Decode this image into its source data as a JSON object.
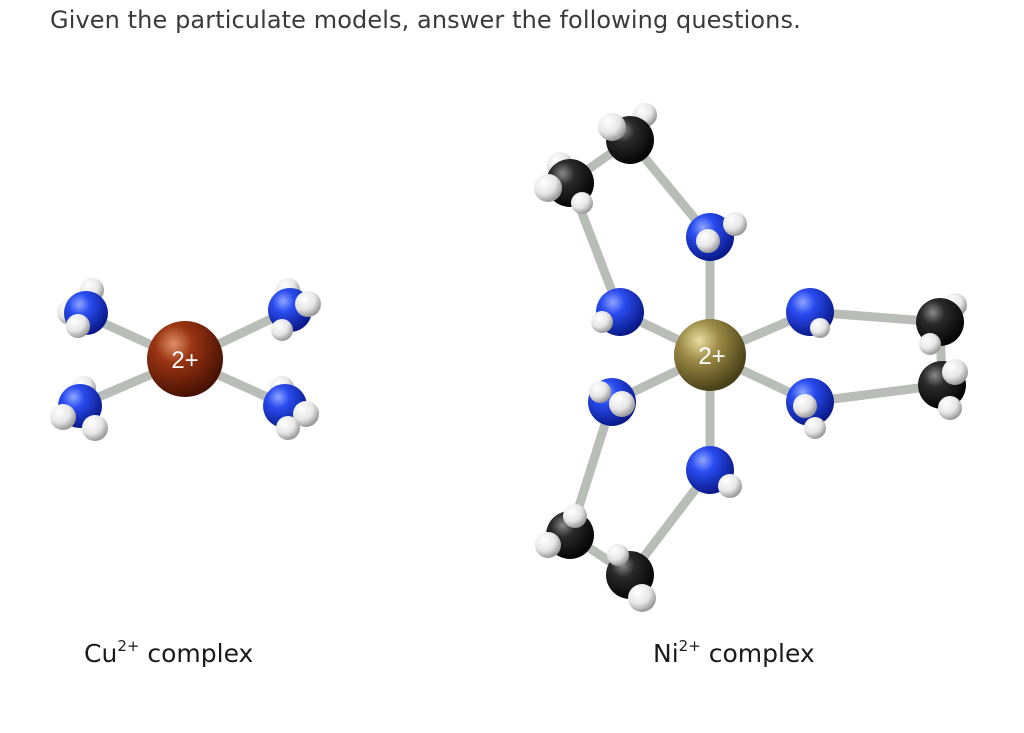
{
  "question": {
    "prompt": "Given the particulate models, answer the following questions."
  },
  "figures": [
    {
      "id": "cu",
      "ion_symbol": "Cu",
      "ion_charge": "2+",
      "caption_suffix": "complex",
      "center_label": "2+",
      "center_color": "#8b2a10",
      "ligand_nitrogen_color": "#1f3fe8",
      "hydrogen_color": "#f2f2f2"
    },
    {
      "id": "ni",
      "ion_symbol": "Ni",
      "ion_charge": "2+",
      "caption_suffix": "complex",
      "center_label": "2+",
      "center_color": "#8a7a3a",
      "ligand_nitrogen_color": "#1f3fe8",
      "carbon_color": "#222222",
      "hydrogen_color": "#f2f2f2"
    }
  ]
}
